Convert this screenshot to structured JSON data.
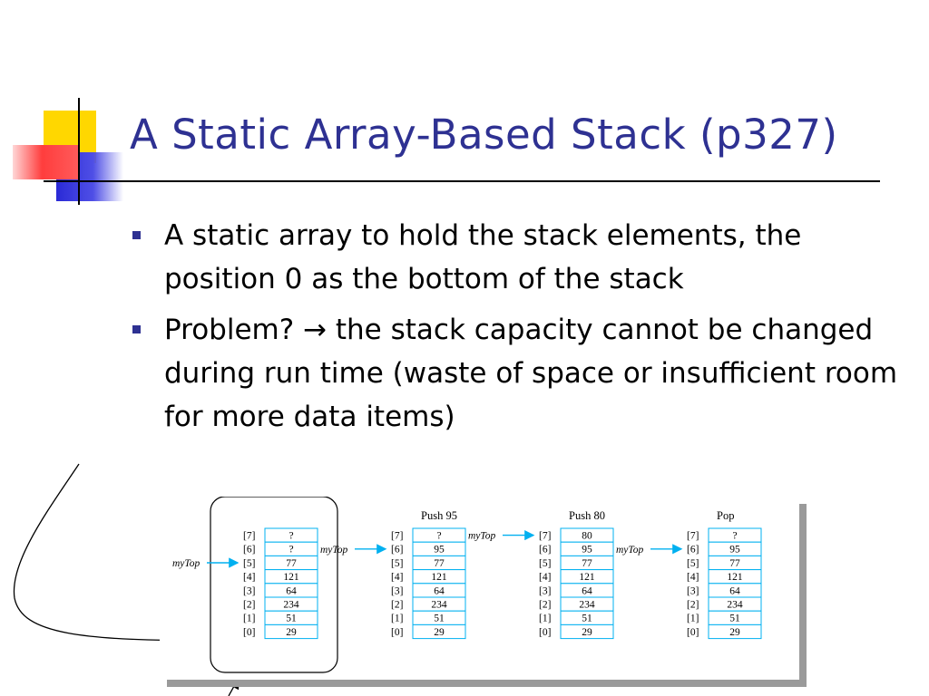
{
  "slide": {
    "title": "A Static Array-Based Stack (p327)",
    "accent_color": "#2e3192",
    "bullets": [
      {
        "text": "A static array to hold the stack elements, the position 0 as the bottom of the stack"
      },
      {
        "text": "Problem? → the stack capacity cannot be changed during run time (waste of space or insufficient room for more data items)"
      }
    ]
  },
  "figure": {
    "pointer_label": "myTop",
    "stacks": [
      {
        "caption": "",
        "top_index": 5,
        "indices": [
          "[7]",
          "[6]",
          "[5]",
          "[4]",
          "[3]",
          "[2]",
          "[1]",
          "[0]"
        ],
        "values": [
          "?",
          "?",
          "77",
          "121",
          "64",
          "234",
          "51",
          "29"
        ]
      },
      {
        "caption": "Push 95",
        "top_index": 6,
        "indices": [
          "[7]",
          "[6]",
          "[5]",
          "[4]",
          "[3]",
          "[2]",
          "[1]",
          "[0]"
        ],
        "values": [
          "?",
          "95",
          "77",
          "121",
          "64",
          "234",
          "51",
          "29"
        ]
      },
      {
        "caption": "Push 80",
        "top_index": 7,
        "indices": [
          "[7]",
          "[6]",
          "[5]",
          "[4]",
          "[3]",
          "[2]",
          "[1]",
          "[0]"
        ],
        "values": [
          "80",
          "95",
          "77",
          "121",
          "64",
          "234",
          "51",
          "29"
        ]
      },
      {
        "caption": "Pop",
        "top_index": 6,
        "indices": [
          "[7]",
          "[6]",
          "[5]",
          "[4]",
          "[3]",
          "[2]",
          "[1]",
          "[0]"
        ],
        "values": [
          "?",
          "95",
          "77",
          "121",
          "64",
          "234",
          "51",
          "29"
        ]
      }
    ]
  }
}
